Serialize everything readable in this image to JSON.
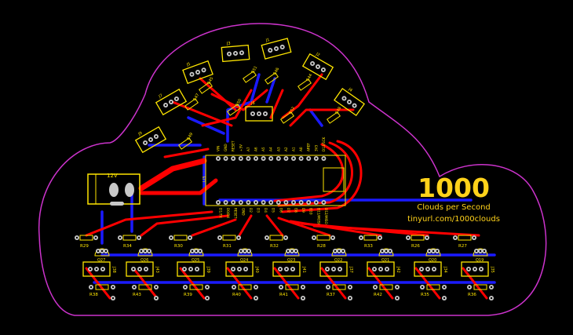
{
  "colors": {
    "background": "#000000",
    "outline": "#cc33cc",
    "top_copper": "#ff0000",
    "bottom_copper": "#1a1aff",
    "silkscreen": "#ffe600",
    "pads": "#c8c8c8",
    "logo": "#ffd21a"
  },
  "logo": {
    "number": "1000",
    "tagline": "Clouds per Second",
    "url": "tinyurl.com/1000clouds"
  },
  "power": {
    "jack_label": "12V"
  },
  "mcu": {
    "ref": "U3",
    "top_pins": [
      "VIN",
      "GND",
      "RESET",
      "+5V",
      "A7",
      "A6",
      "A5",
      "A4",
      "A3",
      "A2",
      "A1",
      "A0",
      "AREF",
      "3V3",
      "D13/SCK"
    ],
    "bottom_pins": [
      "D1/TX",
      "D0/RX",
      "RESET",
      "GND",
      "D2",
      "D3",
      "D4",
      "D5",
      "D6",
      "D7",
      "D8",
      "D9",
      "D10",
      "D11/MOSI",
      "D12/MISO"
    ]
  },
  "upper_fan": {
    "connectors": [
      "J9",
      "J7",
      "J5",
      "J3",
      "J1",
      "J2",
      "J4",
      "J6"
    ],
    "resistors": [
      "R49",
      "R47",
      "R45",
      "R51",
      "R46",
      "R44",
      "R48",
      "R50",
      "R52"
    ]
  },
  "lower_row": {
    "top_resistors": [
      "R29",
      "R34",
      "R30",
      "R31",
      "R32",
      "R28",
      "R33",
      "R26",
      "R27"
    ],
    "transistors": [
      "Q27",
      "Q26",
      "Q25",
      "Q24",
      "Q23",
      "Q22",
      "Q21",
      "Q20",
      "Q19"
    ],
    "connectors": [
      "J38",
      "J43",
      "J39",
      "J40",
      "J41",
      "J37",
      "J42",
      "J34",
      "J35"
    ],
    "bottom_resistors": [
      "R38",
      "R43",
      "R39",
      "R40",
      "R41",
      "R37",
      "R42",
      "R35",
      "R36"
    ]
  }
}
